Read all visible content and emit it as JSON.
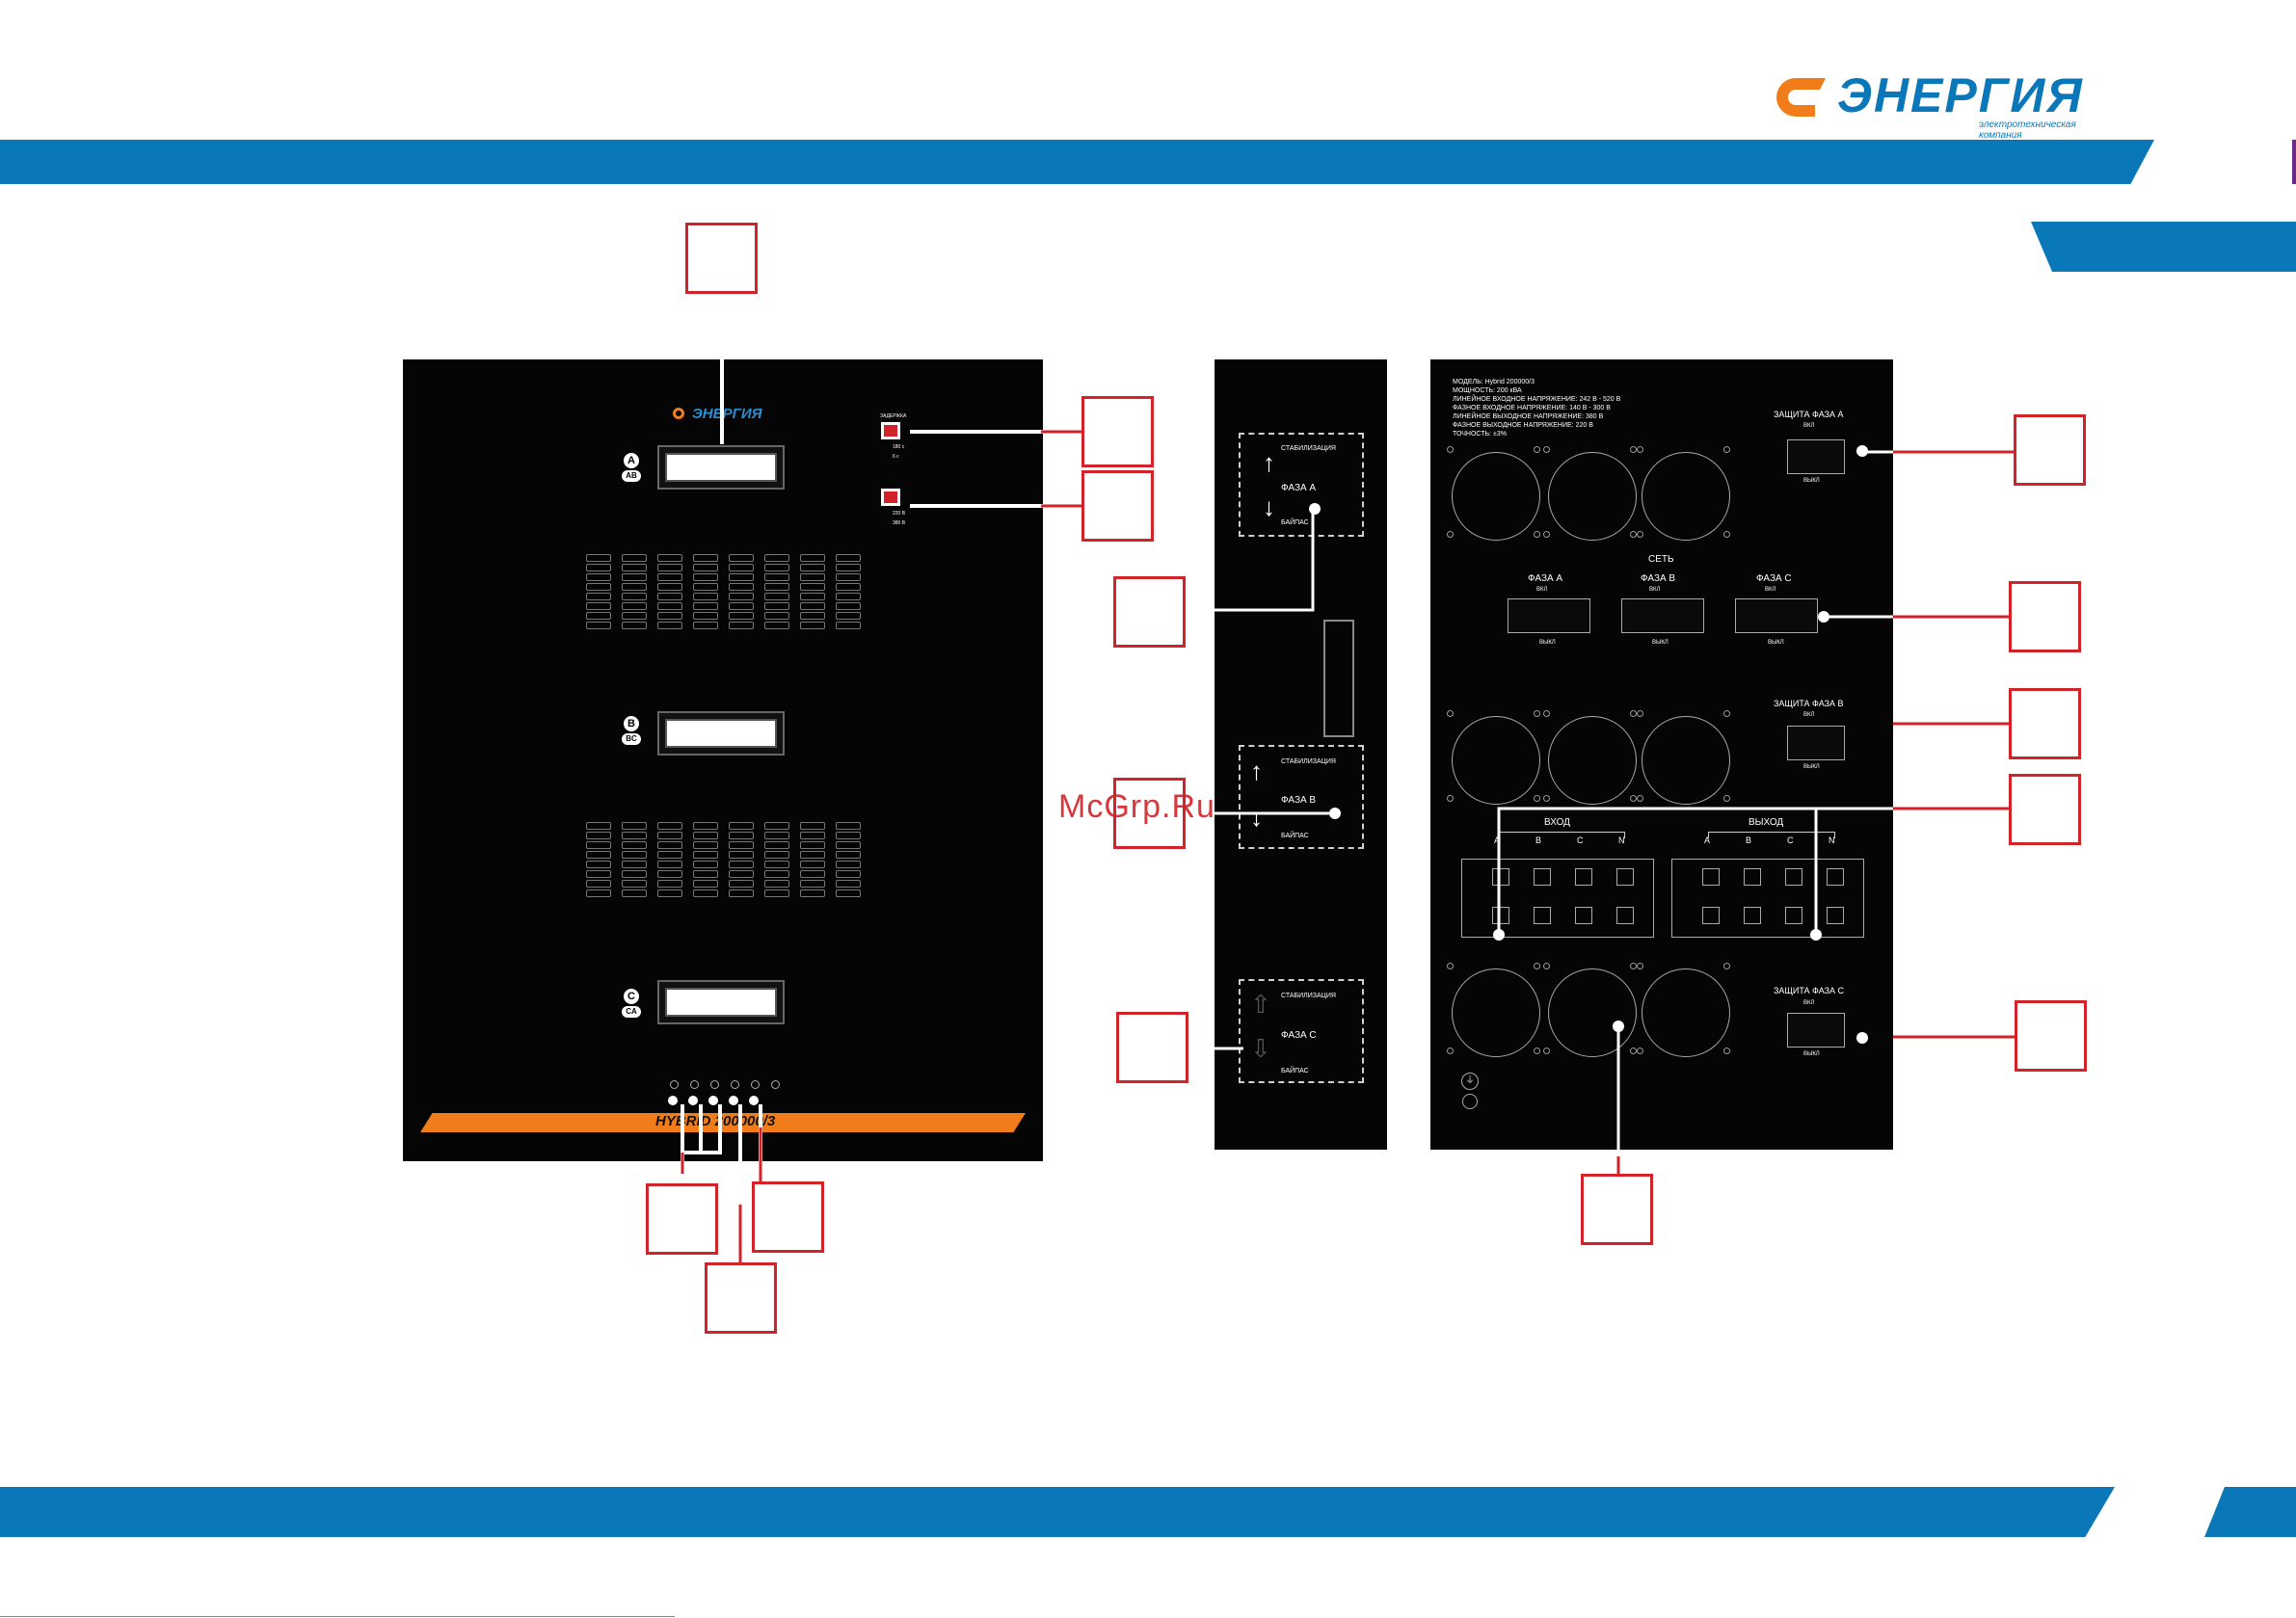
{
  "brand": {
    "logo_text": "ЭНЕРГИЯ",
    "tagline": "электротехническая компания",
    "logo_color": "#f07d1a",
    "brand_color": "#0a78b8"
  },
  "front_panel": {
    "logo_text": "ЭНЕРГИЯ",
    "model_label": "HYBRID 200000/3",
    "phase_a": {
      "badge": "A",
      "sub": "AB"
    },
    "phase_b": {
      "badge": "B",
      "sub": "BC"
    },
    "phase_c": {
      "badge": "C",
      "sub": "CA"
    },
    "switch1_labels": [
      "ЗАДЕРЖКА",
      "180 с",
      "6 с"
    ],
    "switch2_labels": [
      "220 В",
      "380 В"
    ]
  },
  "side_panel": {
    "phase_a": {
      "top": "СТАБИЛИЗАЦИЯ",
      "name": "ФАЗА А",
      "bottom": "БАЙПАС"
    },
    "phase_b": {
      "top": "СТАБИЛИЗАЦИЯ",
      "name": "ФАЗА В",
      "bottom": "БАЙПАС"
    },
    "phase_c": {
      "top": "СТАБИЛИЗАЦИЯ",
      "name": "ФАЗА С",
      "bottom": "БАЙПАС"
    }
  },
  "rear_panel": {
    "spec_lines": [
      "МОДЕЛЬ: Hybrid 200000/3",
      "МОЩНОСТЬ: 200 кВА",
      "ЛИНЕЙНОЕ ВХОДНОЕ НАПРЯЖЕНИЕ: 242 В - 520 В",
      "ФАЗНОЕ ВХОДНОЕ НАПРЯЖЕНИЕ: 140 В - 300 В",
      "ЛИНЕЙНОЕ ВЫХОДНОЕ НАПРЯЖЕНИЕ: 380 В",
      "ФАЗНОЕ ВЫХОДНОЕ НАПРЯЖЕНИЕ: 220 В",
      "ТОЧНОСТЬ: ±3%"
    ],
    "protect_a": "ЗАЩИТА ФАЗА А",
    "protect_b": "ЗАЩИТА ФАЗА В",
    "protect_c": "ЗАЩИТА ФАЗА С",
    "on": "ВКЛ",
    "off": "ВЫКЛ",
    "network": "СЕТЬ",
    "net_a": "ФАЗА А",
    "net_b": "ФАЗА В",
    "net_c": "ФАЗА С",
    "input": "ВХОД",
    "output": "ВЫХОД",
    "terminals": [
      "A",
      "B",
      "C",
      "N"
    ]
  },
  "watermark": "McGrp.Ru"
}
